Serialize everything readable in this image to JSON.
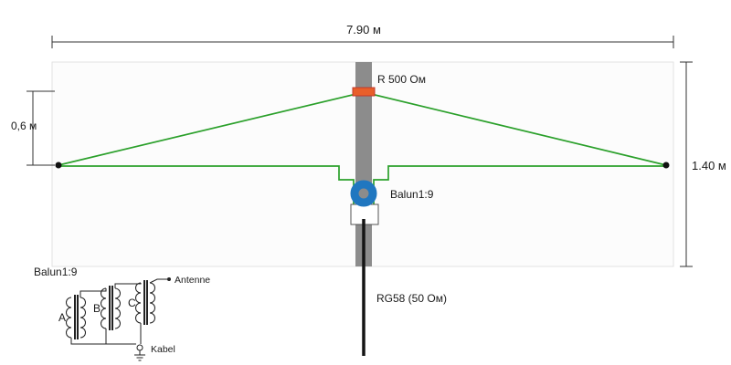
{
  "diagram": {
    "dimensions": {
      "top_width": "7.90 м",
      "left_drop": "0,6 м",
      "right_height": "1.40 м"
    },
    "labels": {
      "resistor": "R 500 Ом",
      "balun": "Balun1:9",
      "cable": "RG58 (50 Ом)"
    },
    "schematic": {
      "title": "Balun1:9",
      "windings": [
        "A",
        "B",
        "C"
      ],
      "antenna_terminal": "Antenne",
      "cable_terminal": "Kabel"
    },
    "colors": {
      "wire_green": "#2ba02b",
      "resistor_orange": "#e85f2a",
      "resistor_border": "#c0392b",
      "balun_blue": "#2077c0",
      "mast_gray": "#8c8c8c",
      "cable_black": "#141414",
      "dimension_line": "#333333"
    }
  }
}
